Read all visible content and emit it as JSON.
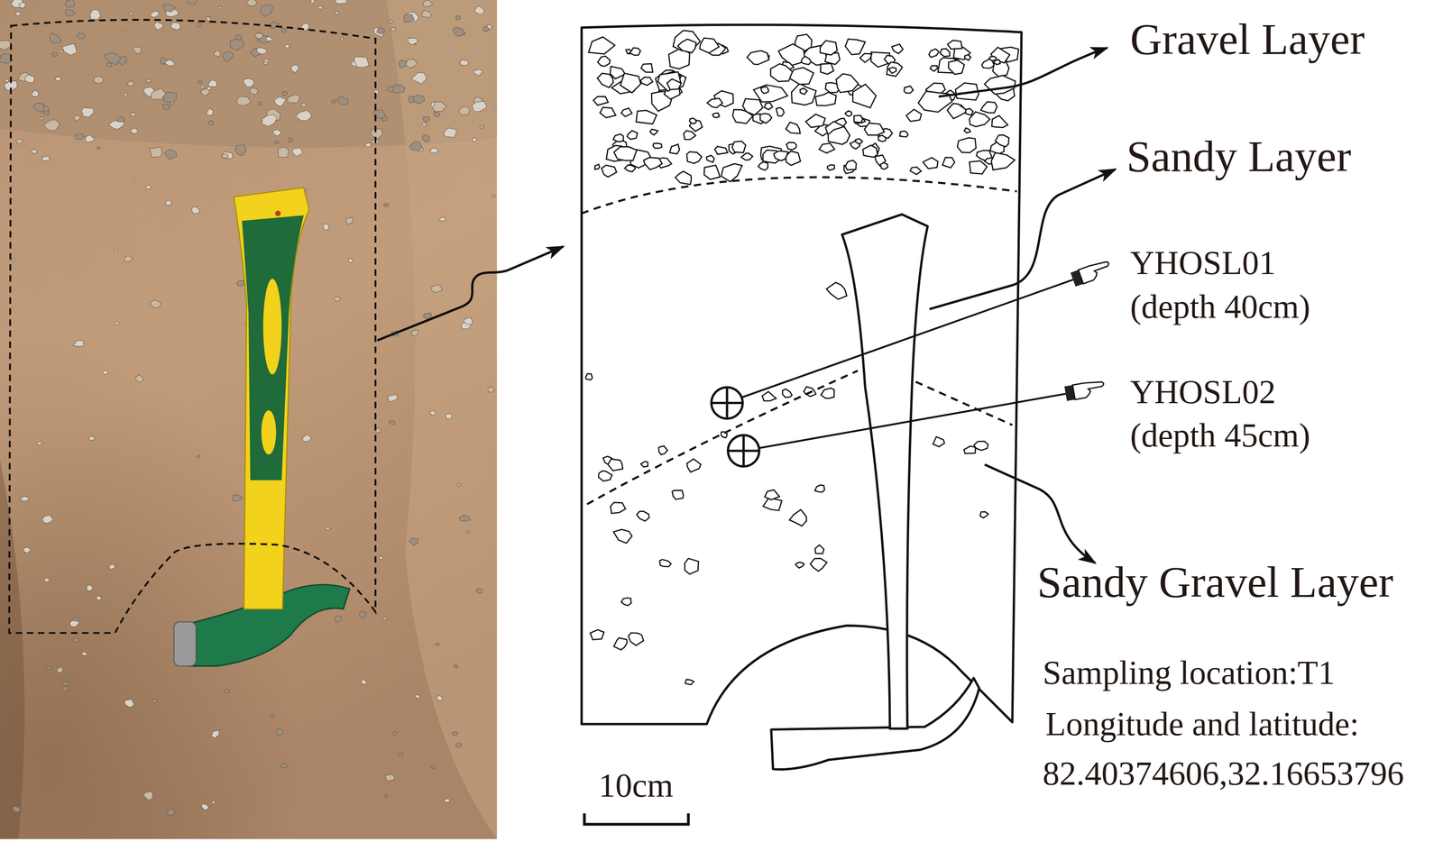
{
  "diagram": {
    "labels": [
      "Gravel Layer",
      "Sandy Layer",
      "YHOSL01 (depth 40cm)",
      "YHOSL02 (depth 45cm)",
      "Sandy Gravel Layer",
      "Sampling location:T1",
      "Longitude and latitude:",
      "82.40374606,32.16653796",
      "10cm"
    ]
  }
}
